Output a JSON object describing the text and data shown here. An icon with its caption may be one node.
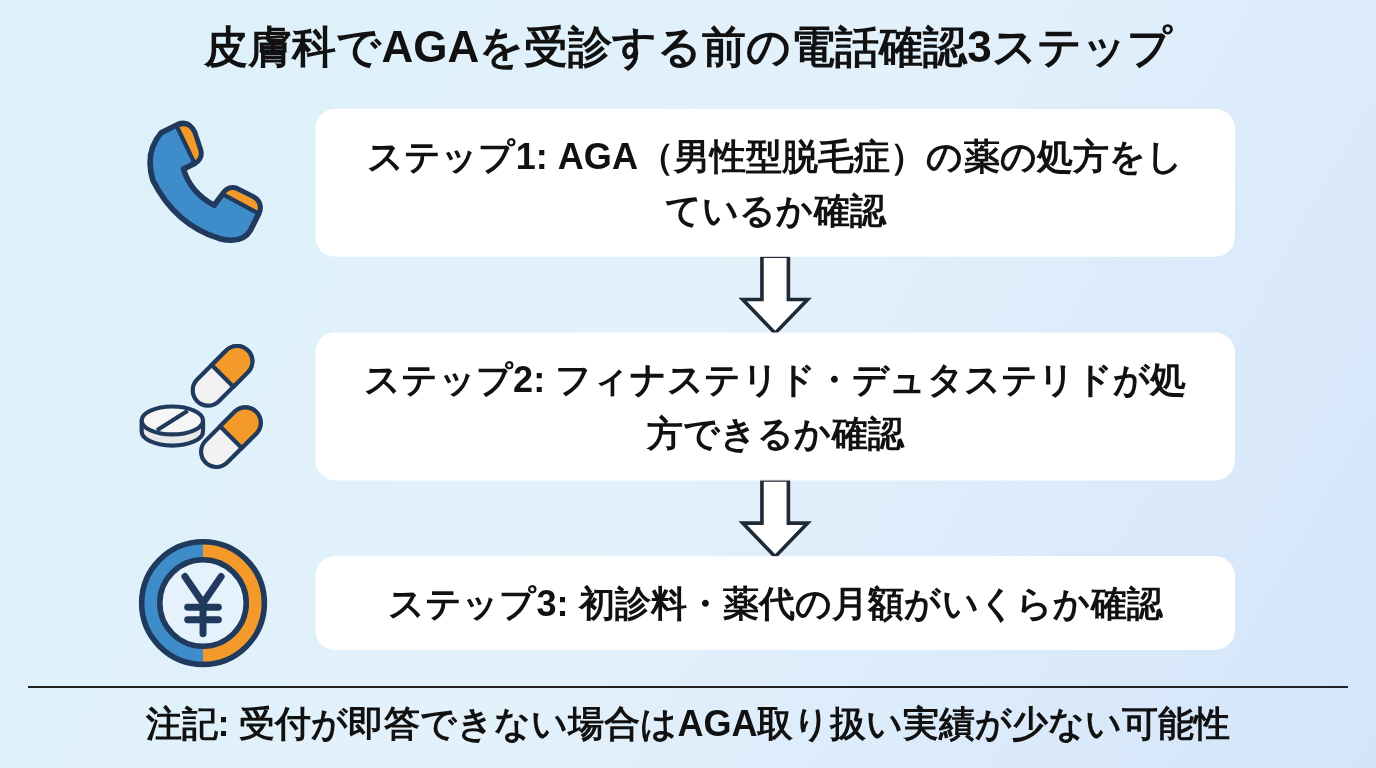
{
  "diagram": {
    "title": "皮膚科でAGAを受診する前の電話確認3ステップ",
    "nodes": [
      {
        "text": [
          "ステップ1: AGA（男性型脱毛症）の薬の処方をしているか確認"
        ]
      },
      {
        "text": [
          "ステップ2: フィナステリド・デュタステリドが処方できるか確認"
        ]
      },
      {
        "text": [
          "ステップ3: 初診料・薬代の月額がいくらか確認"
        ]
      }
    ],
    "edges": [
      {
        "from": 0,
        "to": 1,
        "arrow": "to"
      },
      {
        "from": 1,
        "to": 2,
        "arrow": "to"
      }
    ],
    "labels": [
      "注記: 受付が即答できない場合はAGA取り扱い実績が少ない可能性"
    ]
  }
}
